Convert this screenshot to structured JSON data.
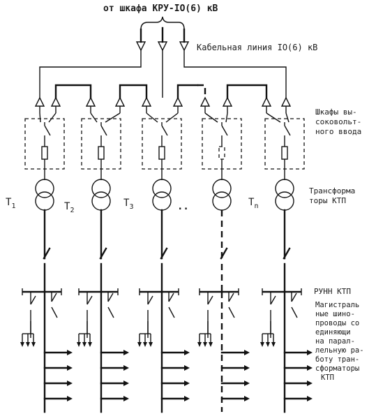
{
  "header": {
    "source": "от шкафа КРУ-IO(6) кВ"
  },
  "labels": {
    "cable_line": "Кабельная линия IO(6) кВ",
    "hv_cabinets": [
      "Шкафы вы-",
      "соковольт-",
      "ного ввода"
    ],
    "transformers": [
      "Трансформа",
      "торы КТП"
    ],
    "lv_switchgear": "РУНН КТП",
    "busways": [
      "Магистраль",
      "ные шино-",
      "проводы со",
      "единяющи",
      "на парал-",
      "лельную ра-",
      "боту тран-",
      "сформаторы",
      "КТП"
    ]
  },
  "transformer_names": [
    {
      "base": "T",
      "sub": "1"
    },
    {
      "base": "T",
      "sub": "2"
    },
    {
      "base": "T",
      "sub": "3"
    },
    {
      "base": "..",
      "sub": ""
    },
    {
      "base": "T",
      "sub": "n"
    }
  ],
  "colors": {
    "ink": "#111111",
    "paper": "#ffffff"
  }
}
